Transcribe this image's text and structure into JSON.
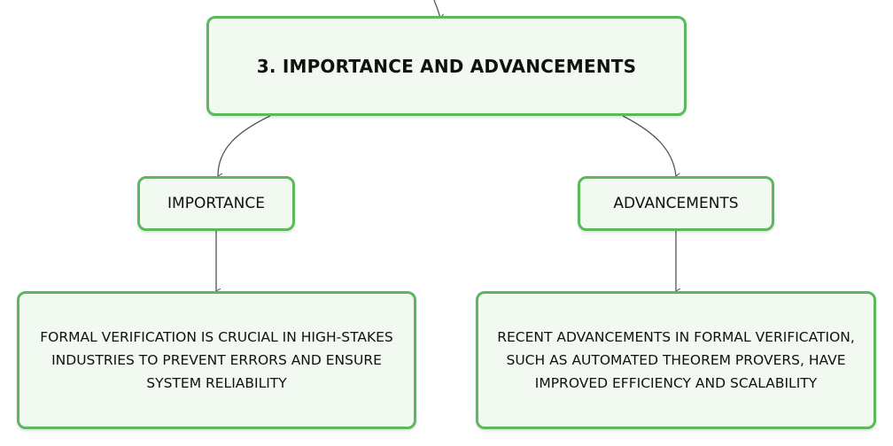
{
  "diagram": {
    "root": {
      "label": "3. IMPORTANCE AND ADVANCEMENTS"
    },
    "branches": [
      {
        "label": "IMPORTANCE",
        "child": {
          "text": "FORMAL VERIFICATION IS CRUCIAL IN HIGH-STAKES INDUSTRIES TO PREVENT ERRORS AND ENSURE SYSTEM RELIABILITY"
        }
      },
      {
        "label": "ADVANCEMENTS",
        "child": {
          "text": "RECENT ADVANCEMENTS IN FORMAL VERIFICATION, SUCH AS AUTOMATED THEOREM PROVERS, HAVE IMPROVED EFFICIENCY AND SCALABILITY"
        }
      }
    ],
    "colors": {
      "node_border": "#5cb85c",
      "node_fill": "#f1f9f1",
      "connector": "#555555"
    }
  }
}
